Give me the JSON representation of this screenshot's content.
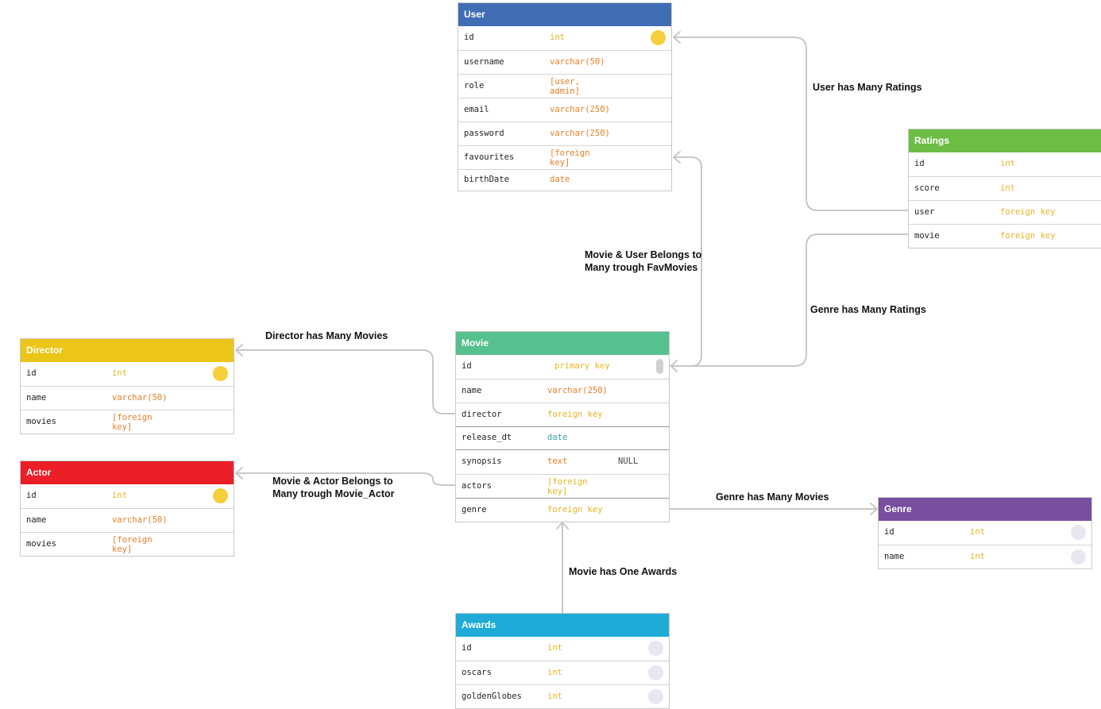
{
  "colors": {
    "user": "#416db5",
    "ratings": "#6dbd45",
    "movie": "#56c08e",
    "director": "#ebc518",
    "actor": "#ec1e27",
    "genre": "#774ea0",
    "awards": "#1eabd7",
    "edge": "#c8c8c8"
  },
  "tables": {
    "user": {
      "title": "User",
      "rows": [
        {
          "name": "id",
          "type": "int"
        },
        {
          "name": "username",
          "type": "varchar(50)"
        },
        {
          "name": "role",
          "type": "[user,\nadmin]"
        },
        {
          "name": "email",
          "type": "varchar(250)"
        },
        {
          "name": "password",
          "type": "varchar(250)"
        },
        {
          "name": "favourites",
          "type": "[foreign\nkey]"
        },
        {
          "name": "birthDate",
          "type": "date"
        }
      ]
    },
    "ratings": {
      "title": "Ratings",
      "rows": [
        {
          "name": "id",
          "type": "int"
        },
        {
          "name": "score",
          "type": "int"
        },
        {
          "name": "user",
          "type": "foreign key"
        },
        {
          "name": "movie",
          "type": "foreign key"
        }
      ]
    },
    "movie": {
      "title": "Movie",
      "rows": [
        {
          "name": "id",
          "type": "primary key"
        },
        {
          "name": "name",
          "type": "varchar(250)"
        },
        {
          "name": "director",
          "type": "foreign key"
        },
        {
          "name": "release_dt",
          "type": "date"
        },
        {
          "name": "synopsis",
          "type": "text",
          "extra": "NULL"
        },
        {
          "name": "actors",
          "type": "[foreign\nkey]"
        },
        {
          "name": "genre",
          "type": "foreign key"
        }
      ]
    },
    "director": {
      "title": "Director",
      "rows": [
        {
          "name": "id",
          "type": "int"
        },
        {
          "name": "name",
          "type": "varchar(50)"
        },
        {
          "name": "movies",
          "type": "[foreign\nkey]"
        }
      ]
    },
    "actor": {
      "title": "Actor",
      "rows": [
        {
          "name": "id",
          "type": "int"
        },
        {
          "name": "name",
          "type": "varchar(50)"
        },
        {
          "name": "movies",
          "type": "[foreign\nkey]"
        }
      ]
    },
    "genre": {
      "title": "Genre",
      "rows": [
        {
          "name": "id",
          "type": "int"
        },
        {
          "name": "name",
          "type": "int"
        }
      ]
    },
    "awards": {
      "title": "Awards",
      "rows": [
        {
          "name": "id",
          "type": "int"
        },
        {
          "name": "oscars",
          "type": "int"
        },
        {
          "name": "goldenGlobes",
          "type": "int"
        }
      ]
    }
  },
  "relations": {
    "user_ratings": "User has Many Ratings",
    "movie_user": "Movie & User Belongs to\nMany trough FavMovies",
    "genre_ratings": "Genre has Many Ratings",
    "director_movies": "Director has Many Movies",
    "movie_actor": "Movie & Actor Belongs to\nMany trough Movie_Actor",
    "genre_movies": "Genre has Many Movies",
    "movie_awards": "Movie has One Awards"
  }
}
